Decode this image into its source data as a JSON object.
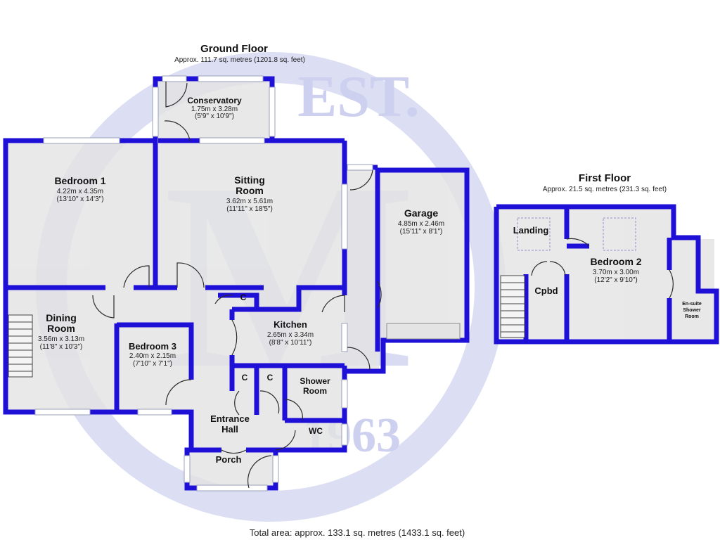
{
  "watermark": {
    "established": "EST.",
    "monogram": "M",
    "year": "1963",
    "color": "#cdd0ee"
  },
  "colors": {
    "wall": "#1f10d8",
    "room": "#e6e6e6",
    "window": "#ffffff"
  },
  "ground_floor": {
    "title": "Ground Floor",
    "area": "Approx. 111.7 sq. metres (1201.8 sq. feet)"
  },
  "first_floor": {
    "title": "First Floor",
    "area": "Approx. 21.5 sq. metres (231.3 sq. feet)"
  },
  "rooms": {
    "conservatory": {
      "name": "Conservatory",
      "metric": "1.75m x 3.28m",
      "imperial": "(5'9\" x 10'9\")"
    },
    "bedroom1": {
      "name": "Bedroom 1",
      "metric": "4.22m x 4.35m",
      "imperial": "(13'10\" x 14'3\")"
    },
    "sitting": {
      "name1": "Sitting",
      "name2": "Room",
      "metric": "3.62m x 5.61m",
      "imperial": "(11'11\" x 18'5\")"
    },
    "garage": {
      "name": "Garage",
      "metric": "4.85m x 2.46m",
      "imperial": "(15'11\" x 8'1\")"
    },
    "dining": {
      "name1": "Dining",
      "name2": "Room",
      "metric": "3.56m x 3.13m",
      "imperial": "(11'8\" x 10'3\")"
    },
    "kitchen": {
      "name": "Kitchen",
      "metric": "2.65m x 3.34m",
      "imperial": "(8'8\" x 10'11\")"
    },
    "bedroom3": {
      "name": "Bedroom 3",
      "metric": "2.40m x 2.15m",
      "imperial": "(7'10\" x 7'1\")"
    },
    "shower": {
      "name1": "Shower",
      "name2": "Room"
    },
    "entrance": {
      "name1": "Entrance",
      "name2": "Hall"
    },
    "wc": {
      "name": "WC"
    },
    "porch": {
      "name": "Porch"
    },
    "cupboard": {
      "label": "C"
    },
    "landing": {
      "name": "Landing"
    },
    "cpbd": {
      "name": "Cpbd"
    },
    "bedroom2": {
      "name": "Bedroom 2",
      "metric": "3.70m x 3.00m",
      "imperial": "(12'2\" x 9'10\")"
    },
    "ensuite": {
      "name1": "En-suite",
      "name2": "Shower",
      "name3": "Room"
    }
  },
  "total_area": "Total area: approx. 133.1 sq. metres (1433.1 sq. feet)"
}
